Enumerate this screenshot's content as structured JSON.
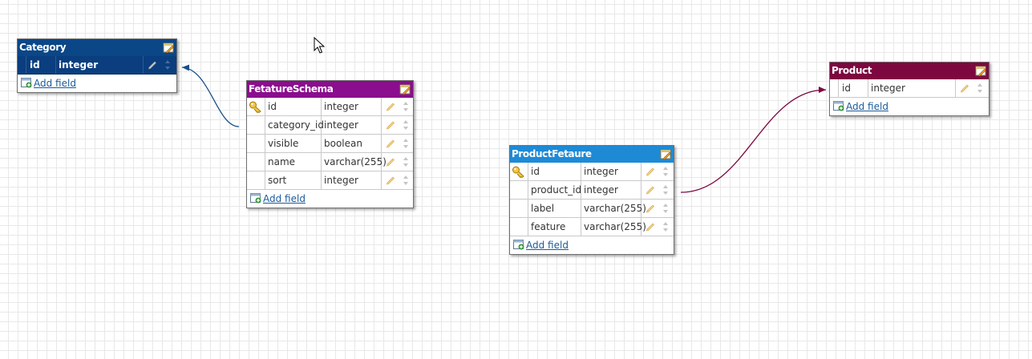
{
  "colors": {
    "category": "#0b4687",
    "fetatureschema": "#8a0e8e",
    "productfetaure": "#1e8ad6",
    "product": "#7d0840",
    "link_category": "#1a4f8a",
    "link_product": "#7d0840",
    "link_text": "#1a5a9b"
  },
  "add_field_label": "Add field",
  "tables": {
    "category": {
      "title": "Category",
      "fields": [
        {
          "name": "id",
          "type": "integer",
          "key": false
        }
      ]
    },
    "fetatureschema": {
      "title": "FetatureSchema",
      "fields": [
        {
          "name": "id",
          "type": "integer",
          "key": true
        },
        {
          "name": "category_id",
          "type": "integer",
          "key": false
        },
        {
          "name": "visible",
          "type": "boolean",
          "key": false
        },
        {
          "name": "name",
          "type": "varchar(255)",
          "key": false
        },
        {
          "name": "sort",
          "type": "integer",
          "key": false
        }
      ]
    },
    "productfetaure": {
      "title": "ProductFetaure",
      "fields": [
        {
          "name": "id",
          "type": "integer",
          "key": true
        },
        {
          "name": "product_id",
          "type": "integer",
          "key": false
        },
        {
          "name": "label",
          "type": "varchar(255)",
          "key": false
        },
        {
          "name": "feature",
          "type": "varchar(255)",
          "key": false
        }
      ]
    },
    "product": {
      "title": "Product",
      "fields": [
        {
          "name": "id",
          "type": "integer",
          "key": false
        }
      ]
    }
  },
  "icons": {
    "table_edit": "table-edit-icon",
    "field_edit": "pencil-icon",
    "field_move": "up-down-arrows-icon",
    "primary_key": "key-icon",
    "add_field": "add-field-icon",
    "pointer": "mouse-cursor-icon"
  }
}
